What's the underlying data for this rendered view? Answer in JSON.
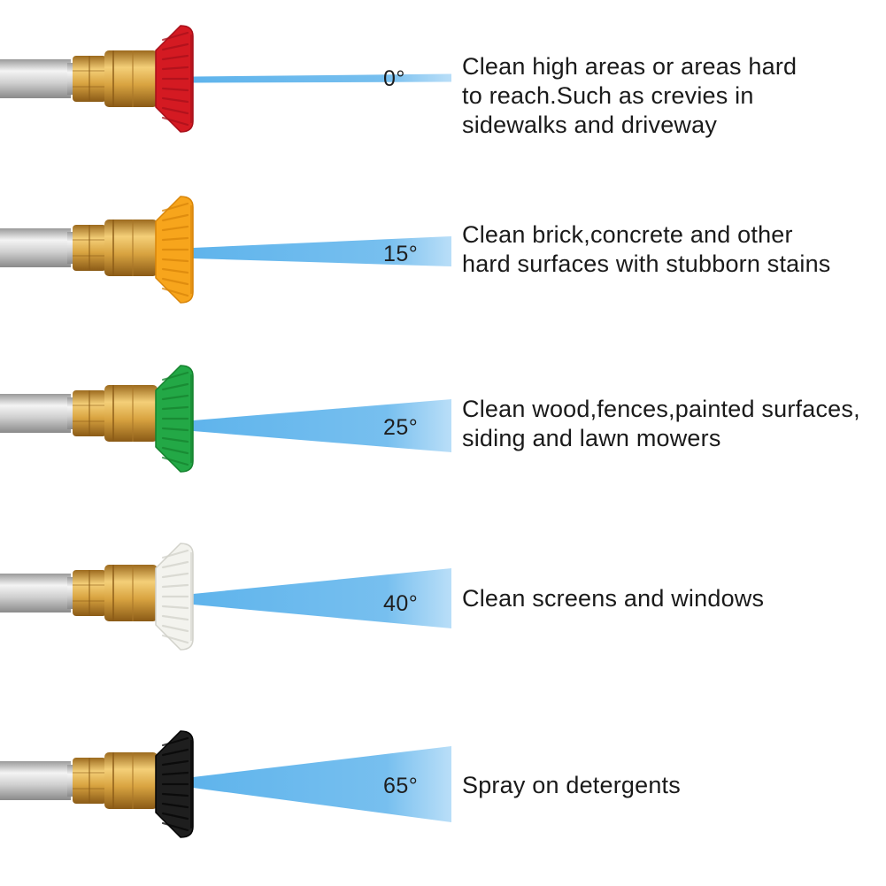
{
  "nozzles": [
    {
      "angle": "0°",
      "tip_color": "#d41a22",
      "tip_color_dark": "#a8101a",
      "tip_name": "red",
      "description_lines": [
        "Clean high areas or areas hard",
        "to reach.Such as crevies in",
        "sidewalks and driveway"
      ]
    },
    {
      "angle": "15°",
      "tip_color": "#f7a51c",
      "tip_color_dark": "#d9860a",
      "tip_name": "yellow",
      "description_lines": [
        "Clean brick,concrete and other",
        "hard surfaces with stubborn stains"
      ]
    },
    {
      "angle": "25°",
      "tip_color": "#23a846",
      "tip_color_dark": "#16832f",
      "tip_name": "green",
      "description_lines": [
        "Clean wood,fences,painted surfaces,",
        "siding and lawn mowers"
      ]
    },
    {
      "angle": "40°",
      "tip_color": "#f3f3ee",
      "tip_color_dark": "#d2d2cb",
      "tip_name": "white",
      "description_lines": [
        "Clean screens and windows"
      ]
    },
    {
      "angle": "65°",
      "tip_color": "#1e1e1e",
      "tip_color_dark": "#050505",
      "tip_name": "black",
      "description_lines": [
        "Spray on detergents"
      ]
    }
  ],
  "colors": {
    "spray": "#5fb4ec",
    "brass": "#d9a441",
    "steel": "#c9c9c9"
  }
}
